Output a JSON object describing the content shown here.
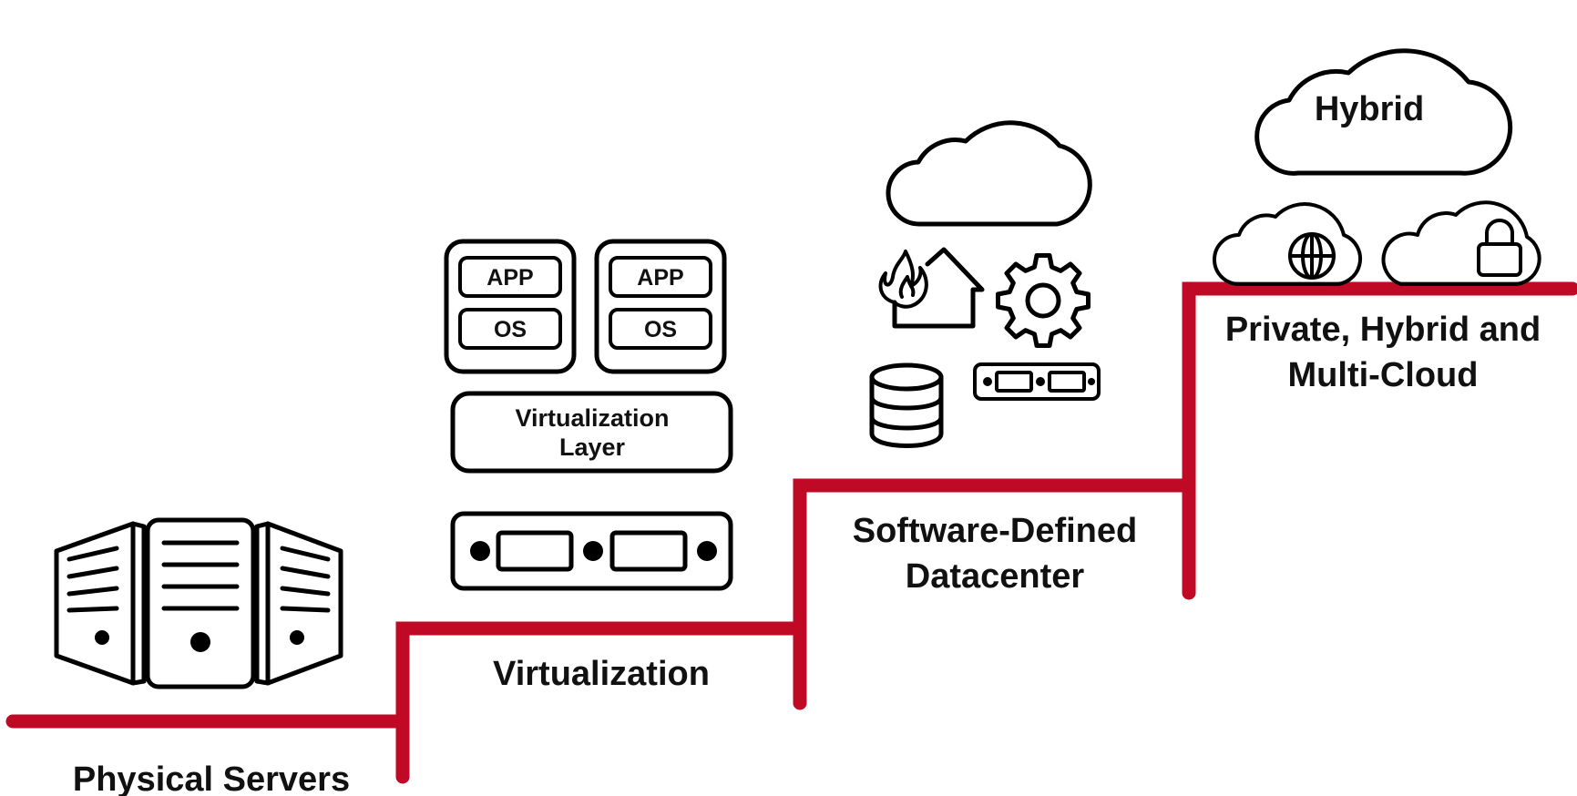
{
  "accent_color": "#c00a25",
  "stages": [
    {
      "label_lines": [
        "Physical Servers"
      ]
    },
    {
      "label_lines": [
        "Virtualization"
      ]
    },
    {
      "label_lines": [
        "Software-Defined",
        "Datacenter"
      ]
    },
    {
      "label_lines": [
        "Private, Hybrid and",
        "Multi-Cloud"
      ]
    }
  ],
  "vm_boxes": [
    {
      "app": "APP",
      "os": "OS"
    },
    {
      "app": "APP",
      "os": "OS"
    }
  ],
  "virtualization_layer": [
    "Virtualization",
    "Layer"
  ],
  "hybrid_cloud_label": "Hybrid",
  "icons": [
    "server-tower-icon",
    "vm-icon",
    "hardware-card-icon",
    "cloud-icon",
    "firewall-icon",
    "gear-icon",
    "database-icon",
    "globe-icon",
    "lock-icon"
  ]
}
